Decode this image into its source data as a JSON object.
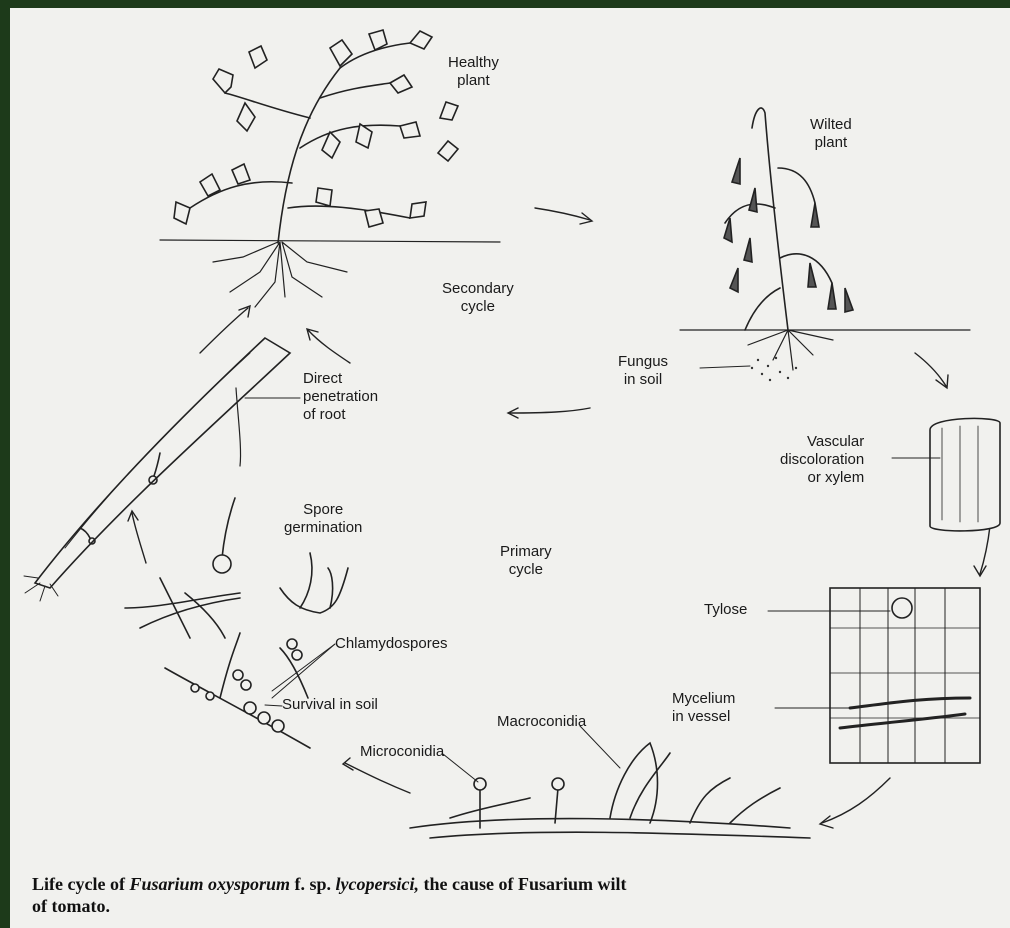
{
  "labels": {
    "healthy_plant": "Healthy\nplant",
    "wilted_plant": "Wilted\nplant",
    "secondary_cycle": "Secondary\ncycle",
    "fungus_in_soil": "Fungus\nin soil",
    "direct_penetration": "Direct\npenetration\nof root",
    "vascular_discoloration": "Vascular\ndiscoloration\nor xylem",
    "spore_germination": "Spore\ngermination",
    "primary_cycle": "Primary\ncycle",
    "tylose": "Tylose",
    "chlamydospores": "Chlamydospores",
    "mycelium_in_vessel": "Mycelium\nin vessel",
    "survival_in_soil": "Survival in soil",
    "macroconidia": "Macroconidia",
    "microconidia": "Microconidia"
  },
  "caption": {
    "p1": "Life cycle of ",
    "i1": "Fusarium oxysporum",
    "p2": " f. sp. ",
    "i2": "lycopersici,",
    "p3": " the cause of Fusarium wilt",
    "line2": "of tomato."
  }
}
